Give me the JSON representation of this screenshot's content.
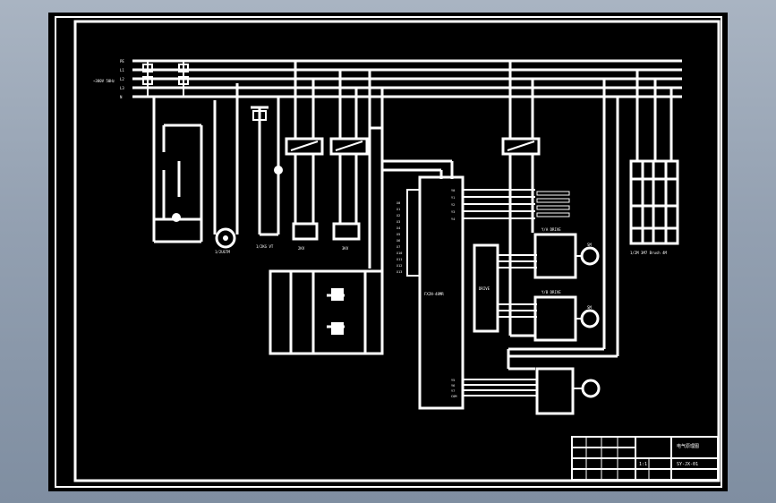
{
  "colors": {
    "background": "#8f9cad",
    "sheet": "#000000",
    "lines": "#ffffff"
  },
  "supply": {
    "bus_labels": [
      "PE",
      "L1",
      "L2",
      "L3",
      "N"
    ],
    "voltage_label": "~380V\n50Hz"
  },
  "components": {
    "m1_label": "1/2UGTM",
    "m2_label": "1/2KG VT",
    "contactor1_label": "2KV",
    "contactor2_label": "3KV",
    "plc_label": "FX2N-48MR",
    "plc_inputs": [
      "X0",
      "X1",
      "X2",
      "X3",
      "X4",
      "X5",
      "X6",
      "X7",
      "X10",
      "X11",
      "X12",
      "X13",
      "X14"
    ],
    "plc_outputs": [
      "Y0",
      "Y1",
      "Y2",
      "Y3",
      "Y4",
      "Y5",
      "Y6",
      "Y7",
      "COM"
    ],
    "driver_label": "DRIVE",
    "driver_a_label": "Y/A DRIVE",
    "driver_b_label": "Y/B DRIVE",
    "motor_bank_label": "1/2M 3M7 Brush 4M",
    "spindle_labels": [
      "SM",
      "SM"
    ]
  },
  "title_block": {
    "drawing_title": "电气原理图",
    "drawing_number": "SY-JX-01",
    "scale": "1:1"
  }
}
